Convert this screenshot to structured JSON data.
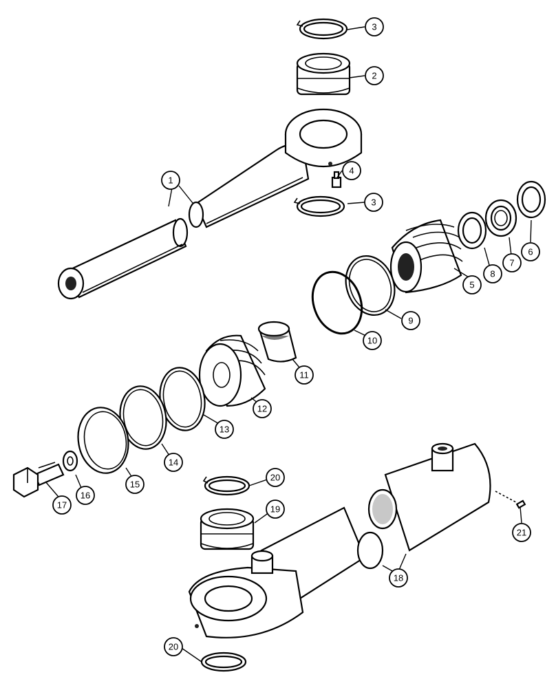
{
  "callouts": [
    {
      "id": "c1",
      "label": "1"
    },
    {
      "id": "c2",
      "label": "2"
    },
    {
      "id": "c3a",
      "label": "3"
    },
    {
      "id": "c3b",
      "label": "3"
    },
    {
      "id": "c4",
      "label": "4"
    },
    {
      "id": "c5",
      "label": "5"
    },
    {
      "id": "c6",
      "label": "6"
    },
    {
      "id": "c7",
      "label": "7"
    },
    {
      "id": "c8",
      "label": "8"
    },
    {
      "id": "c9",
      "label": "9"
    },
    {
      "id": "c10",
      "label": "10"
    },
    {
      "id": "c11",
      "label": "11"
    },
    {
      "id": "c12",
      "label": "12"
    },
    {
      "id": "c13",
      "label": "13"
    },
    {
      "id": "c14",
      "label": "14"
    },
    {
      "id": "c15",
      "label": "15"
    },
    {
      "id": "c16",
      "label": "16"
    },
    {
      "id": "c17",
      "label": "17"
    },
    {
      "id": "c18",
      "label": "18"
    },
    {
      "id": "c19",
      "label": "19"
    },
    {
      "id": "c20a",
      "label": "20"
    },
    {
      "id": "c20b",
      "label": "20"
    },
    {
      "id": "c21",
      "label": "21"
    }
  ]
}
